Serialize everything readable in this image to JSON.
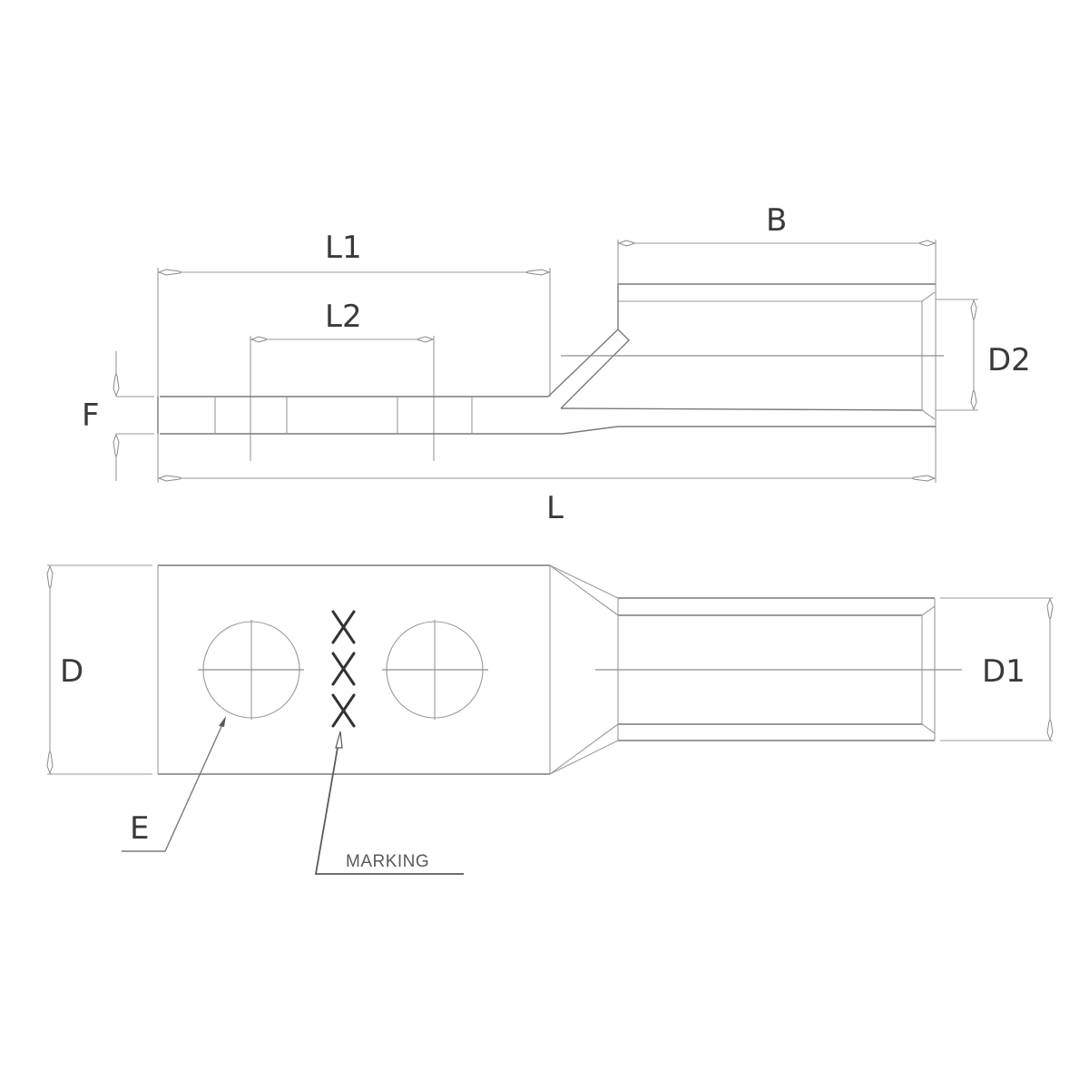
{
  "diagram": {
    "subject": "two-hole cable lug",
    "views": {
      "side_view": {
        "dimensions": {
          "L1": "L1",
          "L2": "L2",
          "B": "B",
          "F": "F",
          "D2": "D2",
          "L": "L"
        }
      },
      "top_view": {
        "dimensions": {
          "D": "D",
          "D1": "D1",
          "E": "E"
        },
        "callouts": {
          "marking": "MARKING",
          "marking_symbol": "XXX"
        }
      }
    },
    "colors": {
      "line": "#7a7a7a",
      "text": "#3a3a3a",
      "marking": "#333333",
      "background": "#ffffff"
    }
  }
}
